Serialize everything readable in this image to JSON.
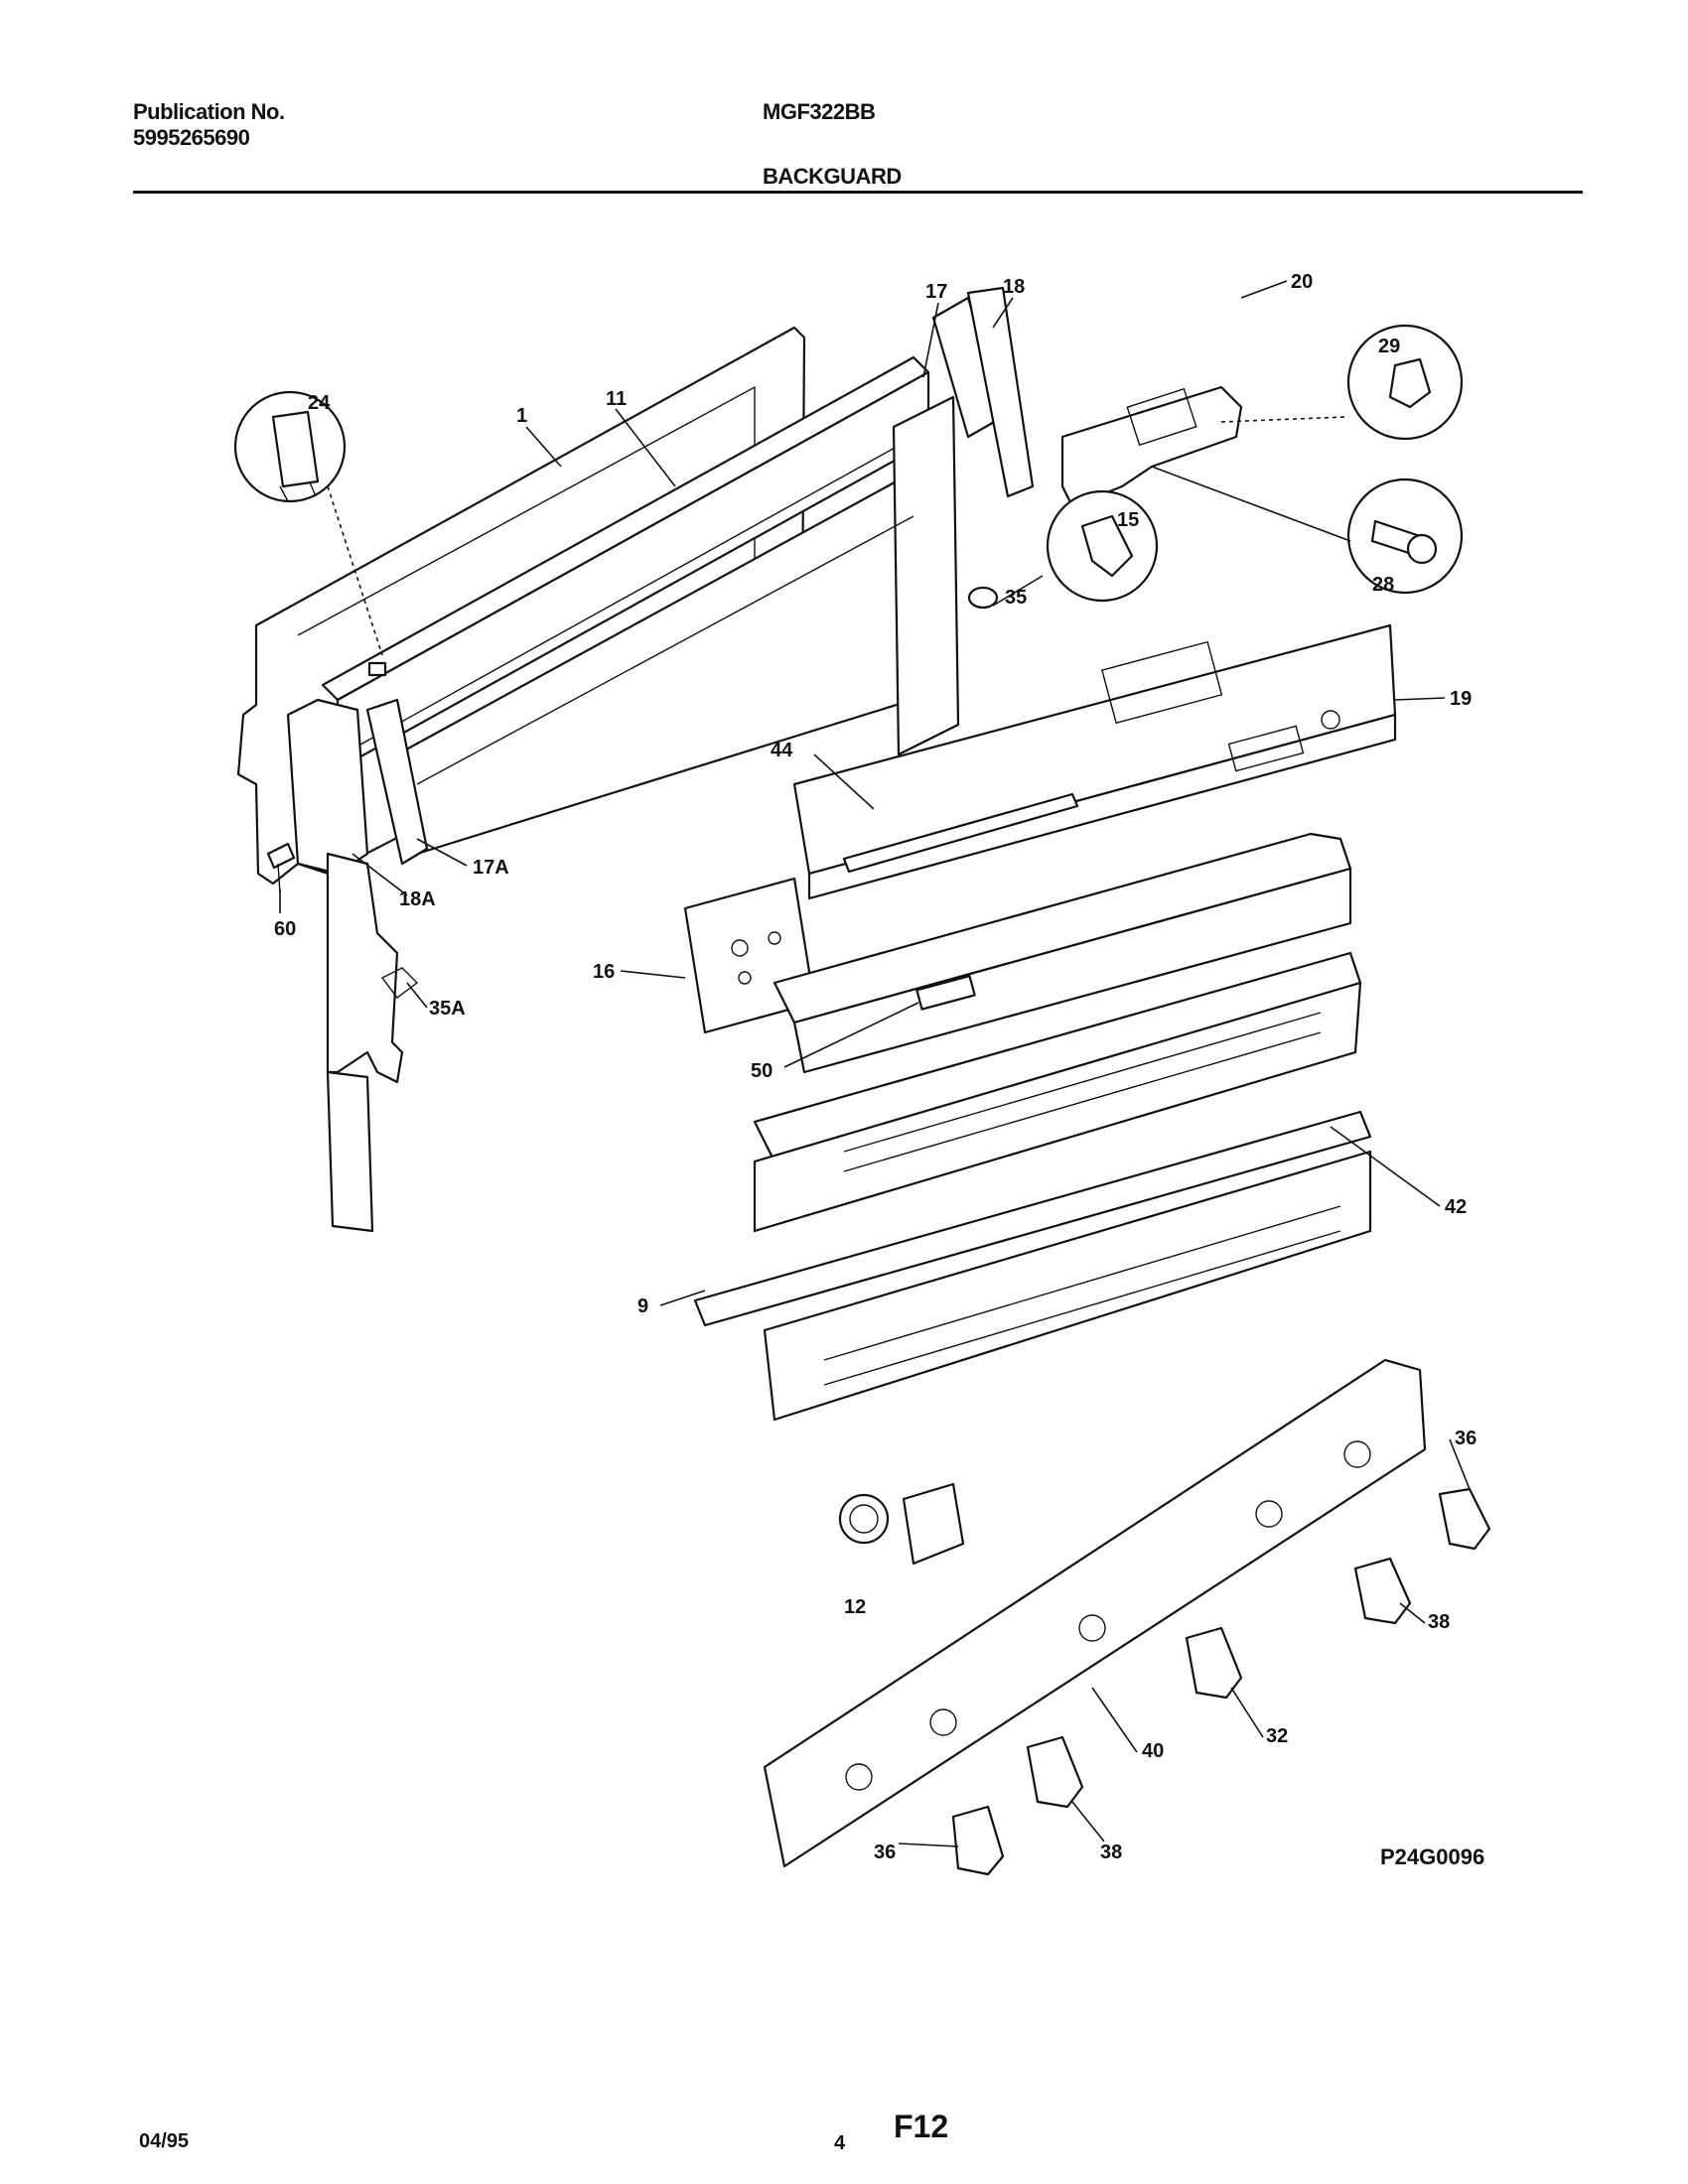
{
  "header": {
    "publication_label": "Publication No.",
    "publication_number": "5995265690",
    "model": "MGF322BB",
    "section_title": "BACKGUARD"
  },
  "diagram": {
    "id": "P24G0096",
    "callouts": [
      "1",
      "11",
      "17",
      "18",
      "20",
      "24",
      "29",
      "15",
      "35",
      "28",
      "19",
      "44",
      "17A",
      "18A",
      "60",
      "35A",
      "16",
      "50",
      "42",
      "9",
      "36",
      "12",
      "38",
      "40",
      "32"
    ]
  },
  "footer": {
    "date": "04/95",
    "page": "4",
    "figure": "F12"
  }
}
